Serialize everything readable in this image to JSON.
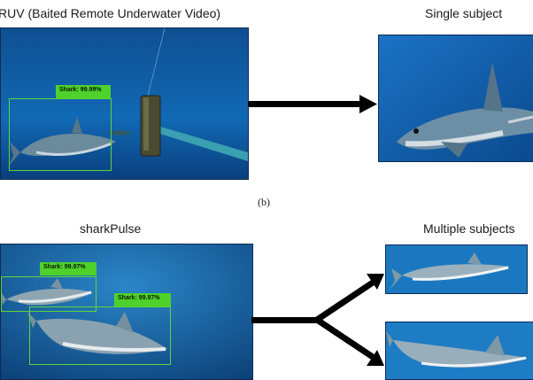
{
  "top": {
    "source_title": "RUV (Baited Remote Underwater Video)",
    "target_title": "Single subject",
    "detection_label": "Shark: 99.99%"
  },
  "caption_b": "(b)",
  "bottom": {
    "source_title": "sharkPulse",
    "target_title": "Multiple subjects",
    "detections": [
      {
        "label": "Shark: 99.97%"
      },
      {
        "label": "Shark: 99.97%"
      }
    ]
  },
  "colors": {
    "detection_box": "#5fd43a",
    "water_deep": "#0a3d7a",
    "water_light": "#1f8fd1",
    "arrow": "#000000"
  }
}
